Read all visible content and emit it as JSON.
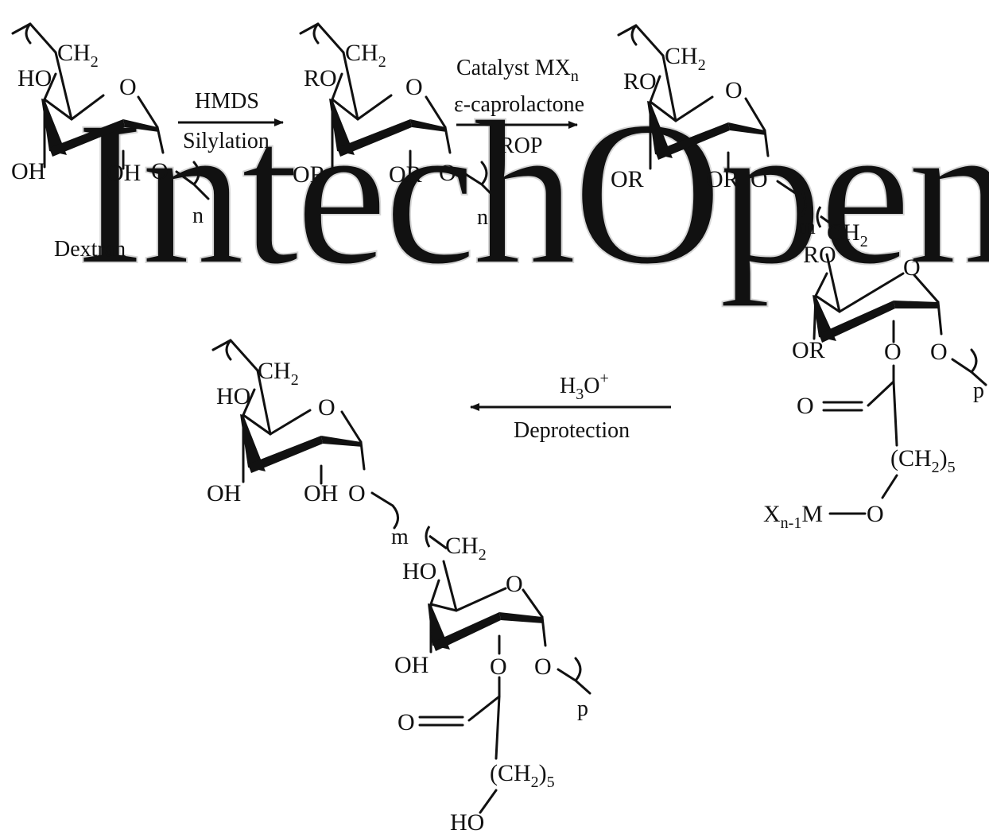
{
  "watermark": "IntechOpen",
  "molecules": {
    "dextran": {
      "ch2": "CH",
      "ch2_sub": "2",
      "ho": "HO",
      "ring_o": "O",
      "oh_left": "OH",
      "oh_right": "OH",
      "link_o": "O",
      "n": "n",
      "name": "Dextran"
    },
    "silylated": {
      "ch2": "CH",
      "ch2_sub": "2",
      "ro": "RO",
      "ring_o": "O",
      "or_left": "OR",
      "or_right": "OR",
      "link_o": "O",
      "n": "n"
    },
    "grafted": {
      "top": {
        "ch2": "CH",
        "ch2_sub": "2",
        "ro": "RO",
        "ring_o": "O",
        "or_left": "OR",
        "or_right": "OR",
        "link_o": "O",
        "m": "m"
      },
      "bottom": {
        "ch2": "CH",
        "ch2_sub": "2",
        "ro": "RO",
        "ring_o": "O",
        "or_left": "OR",
        "o_ester": "O",
        "link_o": "O",
        "p": "p"
      },
      "chain": {
        "carbonyl_o": "O",
        "ch2n": "(CH",
        "ch2n_sub": "2",
        "ch2n_close": ")",
        "ch2n_count": "5",
        "x": "X",
        "x_sub": "n-1",
        "metal": "M",
        "o_end": "O"
      }
    },
    "product": {
      "top": {
        "ch2": "CH",
        "ch2_sub": "2",
        "ho": "HO",
        "ring_o": "O",
        "oh_left": "OH",
        "oh_right": "OH",
        "link_o": "O",
        "m": "m"
      },
      "bottom": {
        "ch2": "CH",
        "ch2_sub": "2",
        "ho": "HO",
        "ring_o": "O",
        "oh_left": "OH",
        "o_ester": "O",
        "link_o": "O",
        "p": "p"
      },
      "chain": {
        "carbonyl_o": "O",
        "ch2n": "(CH",
        "ch2n_sub": "2",
        "ch2n_close": ")",
        "ch2n_count": "5",
        "ho_end": "HO"
      }
    }
  },
  "steps": {
    "step1": {
      "above": "HMDS",
      "below": "Silylation"
    },
    "step2": {
      "catalyst": "Catalyst MX",
      "catalyst_sub": "n",
      "monomer": "ε-caprolactone",
      "below": "ROP"
    },
    "step3": {
      "above": "H",
      "above_sub": "3",
      "above_mid": "O",
      "above_sup": "+",
      "below": "Deprotection"
    }
  }
}
